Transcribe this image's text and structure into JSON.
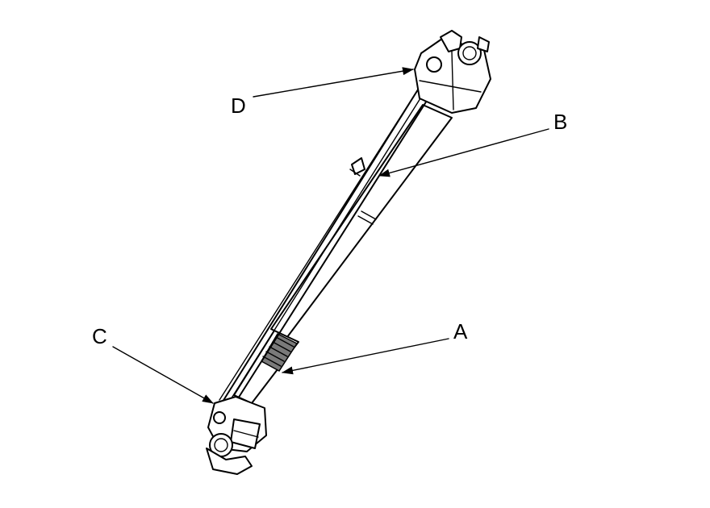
{
  "diagram": {
    "callouts": [
      {
        "id": "A",
        "label": "A"
      },
      {
        "id": "B",
        "label": "B"
      },
      {
        "id": "C",
        "label": "C"
      },
      {
        "id": "D",
        "label": "D"
      }
    ]
  },
  "colors": {
    "line": "#000000",
    "background": "#ffffff",
    "shade": "#7a7a7a"
  }
}
